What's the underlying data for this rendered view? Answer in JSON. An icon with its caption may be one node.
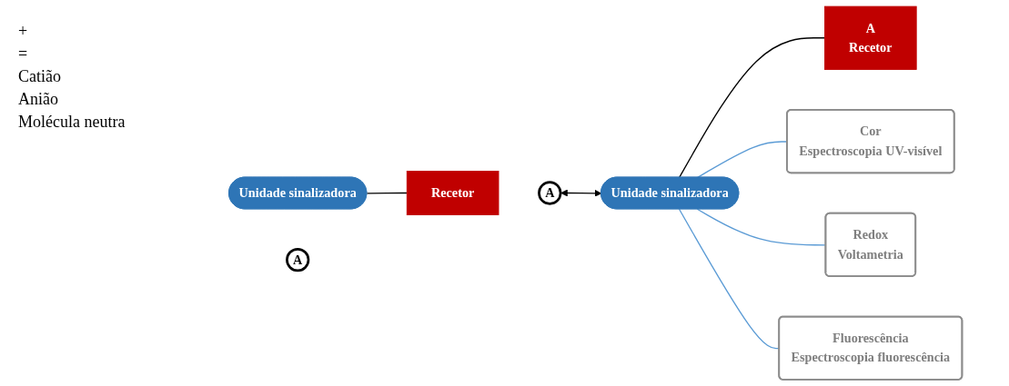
{
  "diagram": {
    "nodes": [
      {
        "text": [
          "Unidade sinalizadora"
        ]
      },
      {
        "text": [
          "Recetor"
        ]
      },
      {
        "text": [
          "A"
        ]
      },
      {
        "text": [
          "Unidade sinalizadora"
        ]
      },
      {
        "text": [
          "A",
          "Recetor"
        ]
      },
      {
        "text": [
          "Cor",
          "Espectroscopia UV-visível"
        ]
      },
      {
        "text": [
          "Redox",
          "Voltametria"
        ]
      },
      {
        "text": [
          "Fluorescência",
          "Espectroscopia fluorescência"
        ]
      },
      {
        "text": [
          "A"
        ]
      }
    ],
    "edges": [
      {
        "from": 0,
        "to": 1,
        "arrow": "none",
        "color": "#000000"
      },
      {
        "from": 2,
        "to": 3,
        "arrow": "both",
        "color": "#000000"
      },
      {
        "from": 3,
        "to": 4,
        "arrow": "none",
        "color": "#000000"
      },
      {
        "from": 3,
        "to": 5,
        "arrow": "none",
        "color": "#5b9bd5"
      },
      {
        "from": 3,
        "to": 6,
        "arrow": "none",
        "color": "#5b9bd5"
      },
      {
        "from": 3,
        "to": 7,
        "arrow": "none",
        "color": "#5b9bd5"
      }
    ],
    "labels": [
      "+",
      "=",
      "Catião",
      "Anião",
      "Molécula neutra"
    ]
  }
}
